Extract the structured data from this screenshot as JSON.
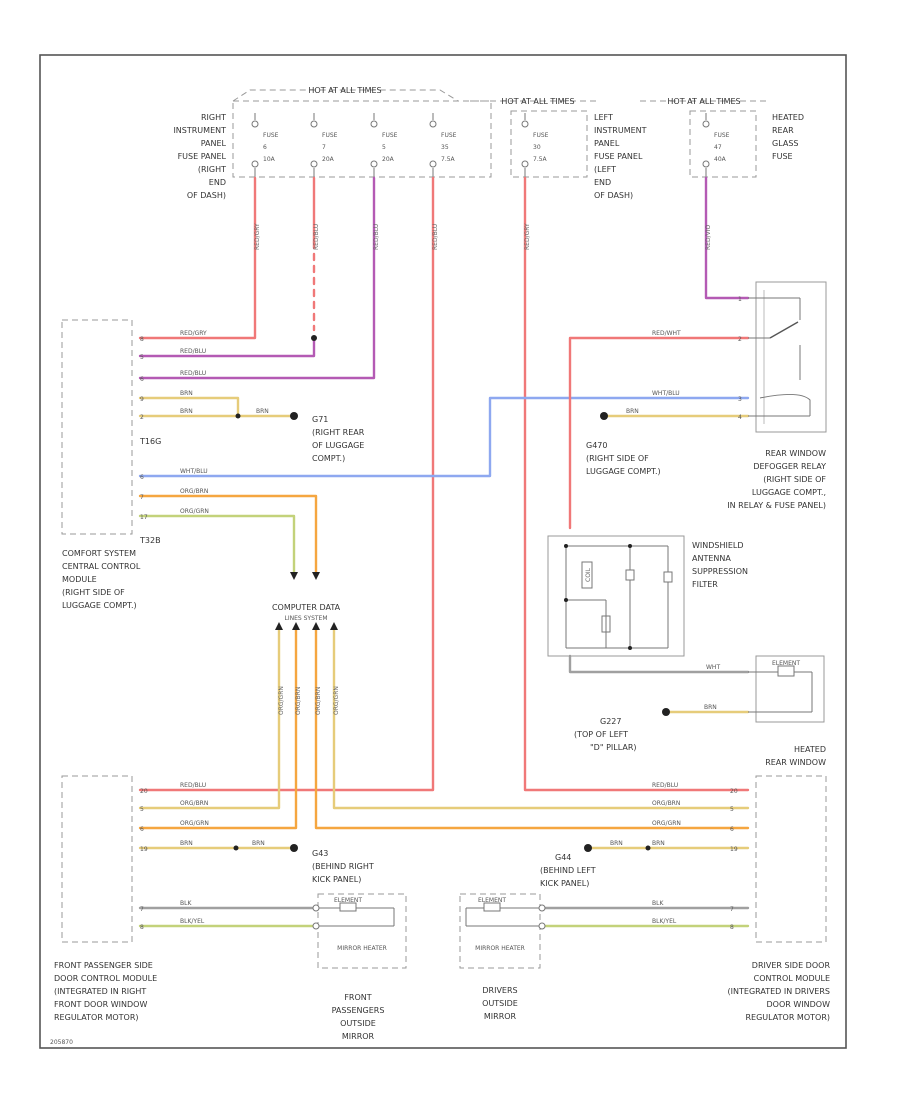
{
  "colors": {
    "red": "#f07878",
    "violet": "#b45ab4",
    "orange": "#f5a640",
    "yellow": "#e6cc7a",
    "green": "#c3d27a",
    "blue": "#8ea8f0",
    "brown": "#c29a60",
    "gray": "#a0a0a0"
  },
  "hot_labels": {
    "right_bus": "HOT AT ALL TIMES",
    "left_bus": "HOT AT ALL TIMES",
    "rear_bus": "HOT AT ALL TIMES"
  },
  "right_fuse_panel": [
    "RIGHT",
    "INSTRUMENT",
    "PANEL",
    "FUSE PANEL",
    "(RIGHT",
    "END",
    "OF DASH)"
  ],
  "left_fuse_panel": [
    "LEFT",
    "INSTRUMENT",
    "PANEL",
    "FUSE PANEL",
    "(LEFT",
    "END",
    "OF DASH)"
  ],
  "heated_fuse": [
    "HEATED",
    "REAR",
    "GLASS",
    "FUSE"
  ],
  "fuses": [
    {
      "name": "FUSE",
      "num": "6",
      "amp": "10A"
    },
    {
      "name": "FUSE",
      "num": "7",
      "amp": "20A"
    },
    {
      "name": "FUSE",
      "num": "5",
      "amp": "20A"
    },
    {
      "name": "FUSE",
      "num": "35",
      "amp": "7.5A"
    },
    {
      "name": "FUSE",
      "num": "30",
      "amp": "7.5A"
    },
    {
      "name": "FUSE",
      "num": "47",
      "amp": "40A"
    }
  ],
  "wire_vlabels": [
    "RED/GRY",
    "RED/BLU",
    "RED/BLU",
    "RED/BLU",
    "RED/GRY",
    "RED/VIO"
  ],
  "ccm": {
    "conn1": "T16G",
    "conn2": "T32B",
    "label": [
      "COMFORT SYSTEM",
      "CENTRAL CONTROL",
      "MODULE",
      "(RIGHT SIDE OF",
      "LUGGAGE COMPT.)"
    ],
    "pins": [
      "8",
      "5",
      "6",
      "9",
      "2",
      "6",
      "7",
      "17"
    ],
    "wires": [
      "RED/GRY",
      "RED/BLU",
      "RED/BLU",
      "BRN",
      "BRN",
      "WHT/BLU",
      "ORG/BRN",
      "ORG/GRN"
    ]
  },
  "ground_g1": {
    "wire": "BRN",
    "label": [
      "G71",
      "(RIGHT REAR",
      "OF LUGGAGE",
      "COMPT.)"
    ]
  },
  "computer_data": {
    "label": "COMPUTER DATA",
    "sub": "LINES SYSTEM",
    "wires": [
      "ORG/GRN",
      "ORG/BRN",
      "ORG/BRN",
      "ORG/GRN"
    ]
  },
  "relay": {
    "wires": [
      "RED/WHT",
      "WHT/BLU",
      "BRN"
    ],
    "pins": [
      "1",
      "2",
      "3",
      "4"
    ],
    "label": [
      "REAR WINDOW",
      "DEFOGGER RELAY",
      "(RIGHT SIDE OF",
      "LUGGAGE COMPT.,",
      "IN RELAY & FUSE PANEL)"
    ],
    "ground": [
      "G470",
      "(RIGHT SIDE OF",
      "LUGGAGE COMPT.)"
    ]
  },
  "filter": {
    "label": [
      "WINDSHIELD",
      "ANTENNA",
      "SUPPRESSION",
      "FILTER"
    ],
    "element": "COIL"
  },
  "heated_window": {
    "label": [
      "HEATED",
      "REAR WINDOW"
    ],
    "wires": [
      "WHT",
      "BRN"
    ],
    "ground": [
      "G227",
      "(TOP OF LEFT",
      "\"D\" PILLAR)"
    ]
  },
  "front_pass_module": {
    "label": [
      "FRONT PASSENGER SIDE",
      "DOOR CONTROL MODULE",
      "(INTEGRATED IN RIGHT",
      "FRONT DOOR WINDOW",
      "REGULATOR MOTOR)"
    ],
    "pins": [
      "20",
      "5",
      "6",
      "19",
      "7",
      "8"
    ],
    "wires": [
      "RED/BLU",
      "ORG/BRN",
      "ORG/GRN",
      "BRN",
      "BLK",
      "BLK/YEL"
    ],
    "ground_wire": "BRN",
    "ground": [
      "G43",
      "(BEHIND RIGHT",
      "KICK PANEL)"
    ]
  },
  "driver_module": {
    "label": [
      "DRIVER SIDE DOOR",
      "CONTROL MODULE",
      "(INTEGRATED IN DRIVERS",
      "DOOR WINDOW",
      "REGULATOR MOTOR)"
    ],
    "pins": [
      "20",
      "5",
      "6",
      "19",
      "7",
      "8"
    ],
    "wires": [
      "RED/BLU",
      "ORG/BRN",
      "ORG/GRN",
      "BRN",
      "BLK",
      "BLK/YEL"
    ],
    "ground_wire": "BRN",
    "ground": [
      "G44",
      "(BEHIND LEFT",
      "KICK PANEL)"
    ]
  },
  "mirror_heater": "MIRROR HEATER",
  "element_tag": "ELEMENT",
  "pass_mirror_label": [
    "FRONT",
    "PASSENGERS",
    "OUTSIDE",
    "MIRROR"
  ],
  "driver_mirror_label": [
    "DRIVERS",
    "OUTSIDE",
    "MIRROR"
  ],
  "page_ref": "205870"
}
